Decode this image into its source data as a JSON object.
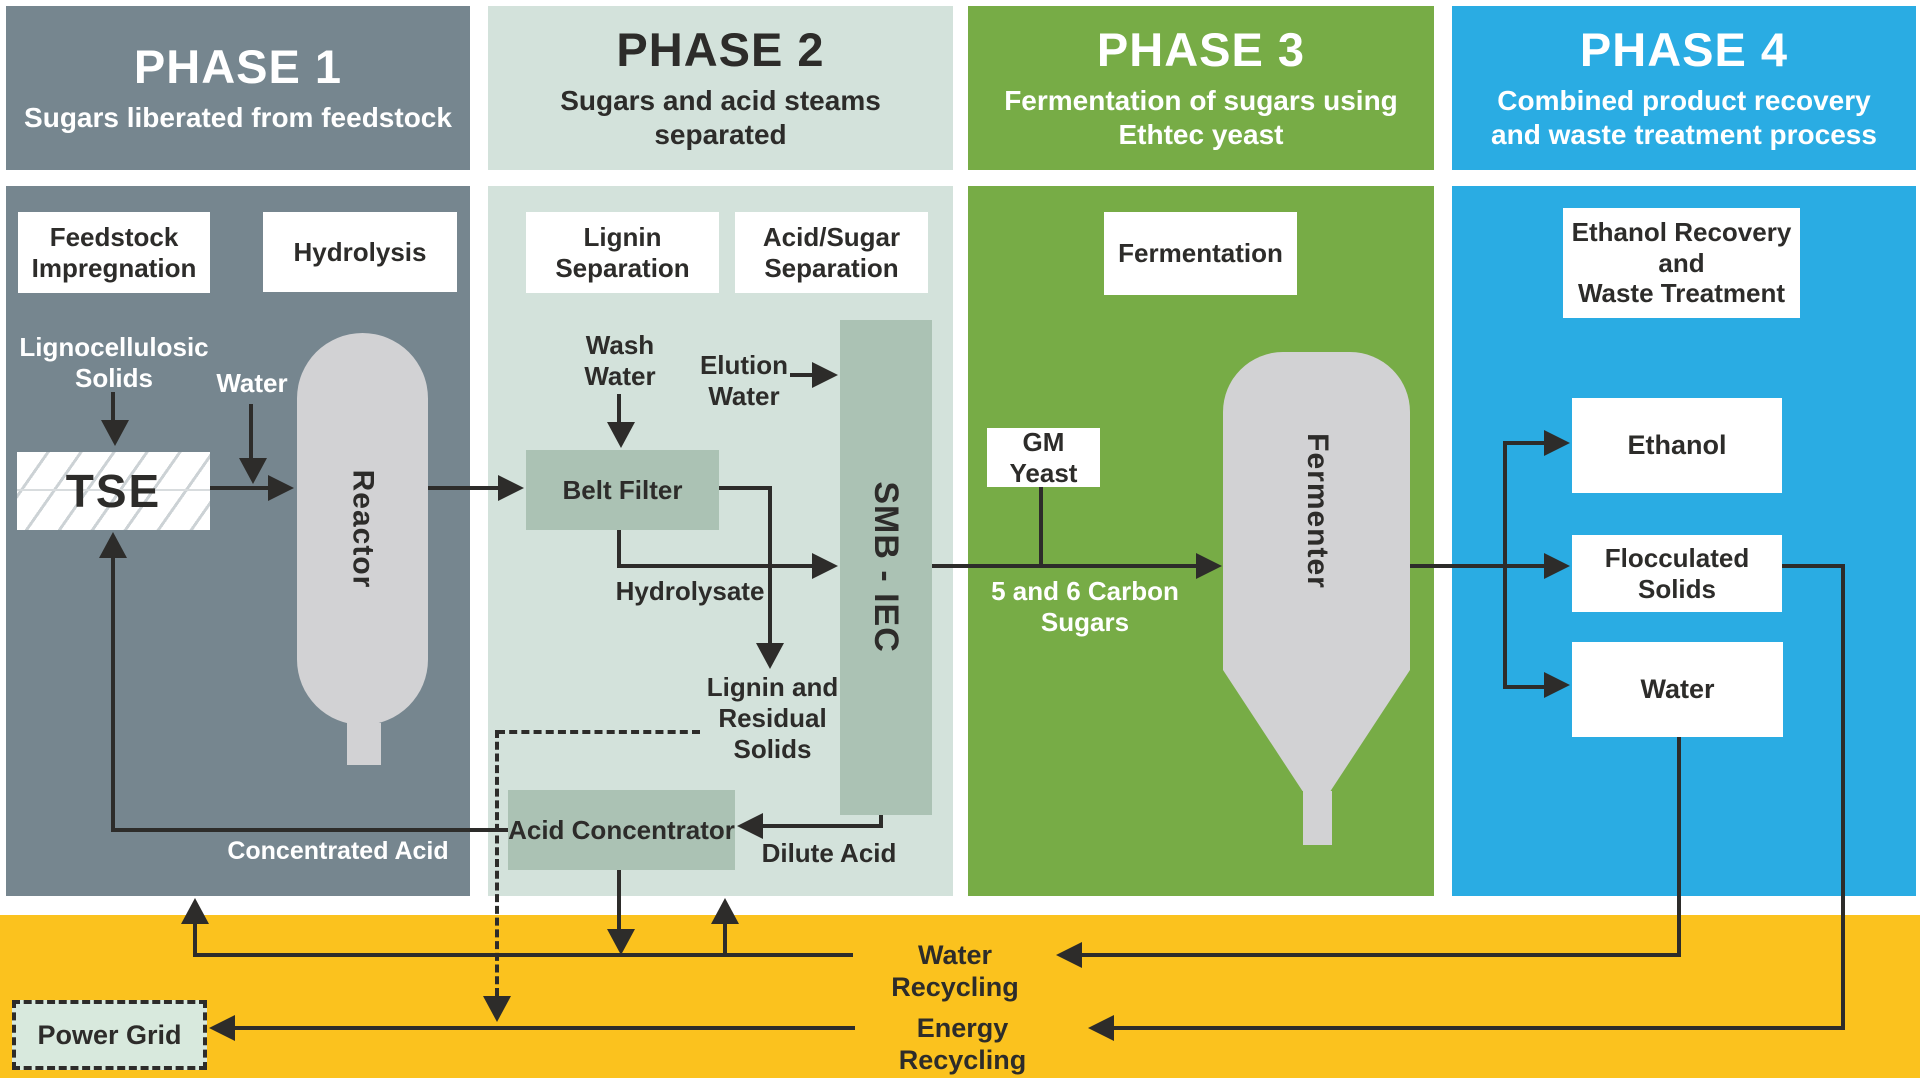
{
  "phases": [
    {
      "title": "PHASE 1",
      "subtitle": "Sugars liberated from feedstock"
    },
    {
      "title": "PHASE 2",
      "subtitle": "Sugars and acid steams\nseparated"
    },
    {
      "title": "PHASE 3",
      "subtitle": "Fermentation of sugars using\nEthtec yeast"
    },
    {
      "title": "PHASE 4",
      "subtitle": "Combined product recovery\nand waste treatment process"
    }
  ],
  "phase1": {
    "feedstock_impregnation": "Feedstock\nImpregnation",
    "hydrolysis": "Hydrolysis",
    "lignocellulosic_solids": "Lignocellulosic\nSolids",
    "tse": "TSE",
    "water": "Water",
    "reactor": "Reactor",
    "concentrated_acid": "Concentrated Acid"
  },
  "phase2": {
    "lignin_separation": "Lignin\nSeparation",
    "acid_sugar_separation": "Acid/Sugar\nSeparation",
    "wash_water": "Wash\nWater",
    "elution_water": "Elution\nWater",
    "belt_filter": "Belt Filter",
    "smb_iec": "SMB - IEC",
    "hydrolysate": "Hydrolysate",
    "lignin_residual_solids": "Lignin and\nResidual\nSolids",
    "acid_concentrator": "Acid Concentrator",
    "dilute_acid": "Dilute Acid"
  },
  "phase3": {
    "fermentation": "Fermentation",
    "gm_yeast": "GM Yeast",
    "carbon_sugars": "5 and 6 Carbon\nSugars",
    "fermenter": "Fermenter"
  },
  "phase4": {
    "ethanol_recovery": "Ethanol Recovery\nand\nWaste Treatment",
    "ethanol": "Ethanol",
    "flocculated_solids": "Flocculated\nSolids",
    "water": "Water"
  },
  "recycling": {
    "water": "Water Recycling",
    "energy": "Energy Recycling",
    "power_grid": "Power Grid"
  },
  "colors": {
    "phase1": "#76868F",
    "phase2_bg": "#D3E2DB",
    "phase2_box": "#ABC2B4",
    "phase3": "#77AC46",
    "phase4": "#2AACE3",
    "recycling_band": "#FBC21E",
    "vessel": "#D2D2D4",
    "power_grid_fill": "#D8E9DD",
    "line": "#2D2C2A"
  }
}
